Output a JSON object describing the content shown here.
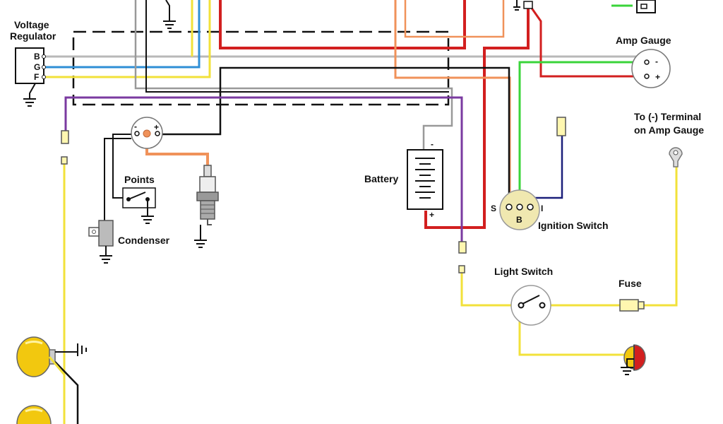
{
  "labels": {
    "voltage_regulator_line1": "Voltage",
    "voltage_regulator_line2": "Regulator",
    "amp_gauge": "Amp Gauge",
    "to_terminal_line1": "To (-) Terminal",
    "to_terminal_line2": "on Amp Gauge",
    "points": "Points",
    "condenser": "Condenser",
    "battery": "Battery",
    "ignition_switch": "Ignition Switch",
    "light_switch": "Light Switch",
    "fuse": "Fuse"
  },
  "terminals": {
    "regulator_b": "B",
    "regulator_g": "G",
    "regulator_f": "F",
    "amp_minus": "-",
    "amp_plus": "+",
    "coil_minus": "-",
    "coil_plus": "+",
    "battery_minus": "-",
    "battery_plus": "+",
    "ign_s": "S",
    "ign_b": "B",
    "ign_i": "I"
  },
  "wire_colors": {
    "red": "#d21f1f",
    "yellow": "#f2e13a",
    "blue": "#2f8fd6",
    "gray": "#b8b8b8",
    "black": "#111111",
    "orange": "#f0925a",
    "purple": "#7a3aa0",
    "green": "#3ad43a",
    "navy": "#1b1f7a"
  }
}
